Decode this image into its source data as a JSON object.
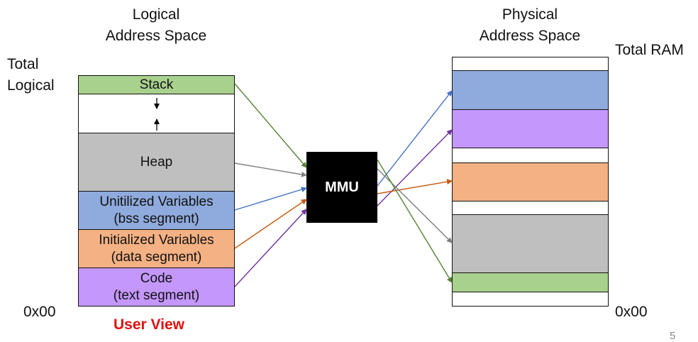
{
  "logical": {
    "title_line1": "Logical",
    "title_line2": "Address Space",
    "total_label_line1": "Total",
    "total_label_line2": "Logical",
    "bottom_address": "0x00",
    "segments": {
      "stack": {
        "label": "Stack",
        "color": "#a9d18e"
      },
      "heap": {
        "label": "Heap",
        "color": "#bfbfbf"
      },
      "bss": {
        "label_line1": "Unitilized Variables",
        "label_line2": "(bss segment)",
        "color": "#8faadc"
      },
      "data": {
        "label_line1": "Initialized Variables",
        "label_line2": "(data segment)",
        "color": "#f4b183"
      },
      "text": {
        "label_line1": "Code",
        "label_line2": "(text segment)",
        "color": "#c497fc"
      }
    }
  },
  "mmu": {
    "label": "MMU"
  },
  "physical": {
    "title_line1": "Physical",
    "title_line2": "Address Space",
    "total_label": "Total RAM",
    "bottom_address": "0x00"
  },
  "user_view_label": "User View",
  "page_number": "5",
  "colors": {
    "stack_arrow": "#548235",
    "heap_arrow": "#7f7f7f",
    "bss_arrow": "#4472c4",
    "data_arrow": "#c55a11",
    "text_arrow": "#7030a0"
  }
}
